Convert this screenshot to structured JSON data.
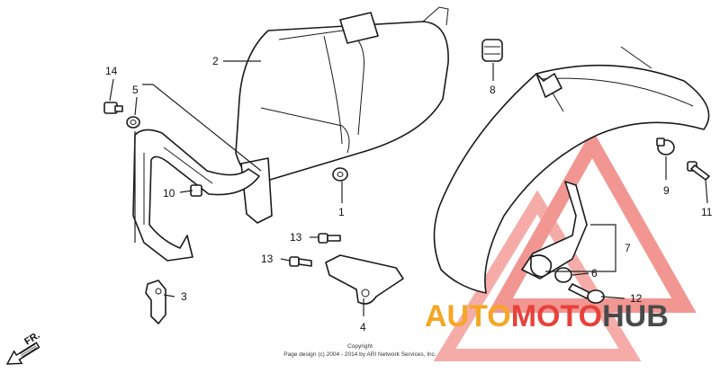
{
  "callouts": {
    "c1": "1",
    "c2": "2",
    "c3": "3",
    "c4": "4",
    "c5": "5",
    "c6": "6",
    "c7": "7",
    "c8": "8",
    "c9": "9",
    "c10": "10",
    "c11": "11",
    "c12": "12",
    "c13a": "13",
    "c13b": "13",
    "c14": "14"
  },
  "direction_label": "FR.",
  "watermark": {
    "auto": "AUTO",
    "moto": "MOTO",
    "hub": "HUB",
    "colors": {
      "orange": "#f5a623",
      "red": "#e8413a",
      "grey": "#4a4a4a"
    }
  },
  "copyright": {
    "line1": "Copyright",
    "line2": "Page design (c) 2004 - 2014 by ARI Network Services, Inc."
  }
}
